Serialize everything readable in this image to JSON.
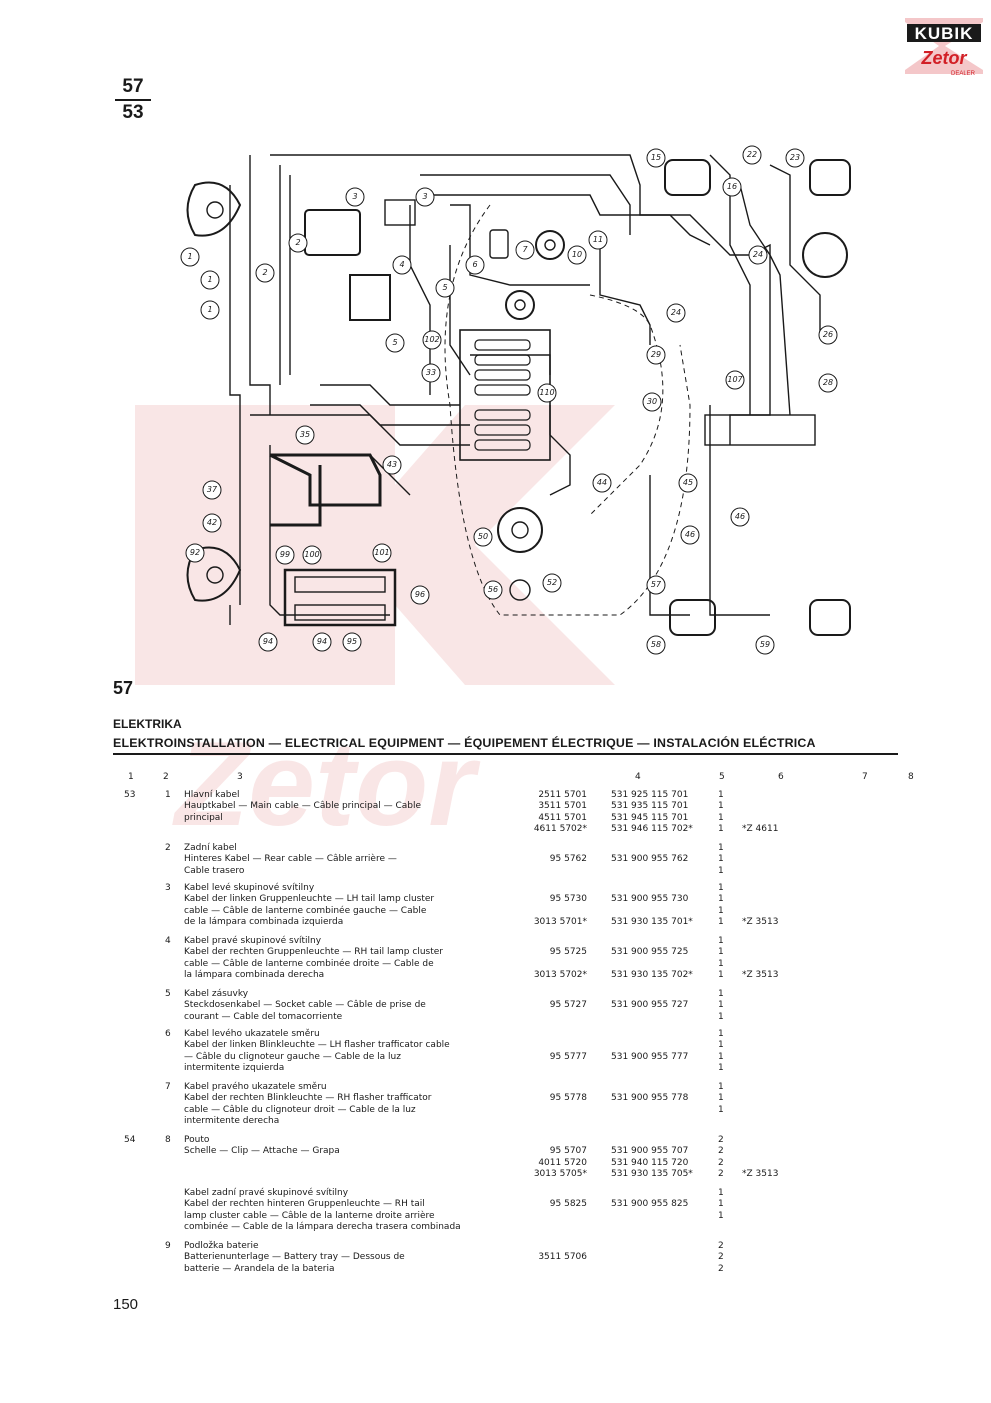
{
  "logo": {
    "brand": "KUBIK",
    "sub": "Zetor",
    "tag": "DEALER"
  },
  "figure_ref": {
    "top": "57",
    "bottom": "53"
  },
  "diagram_labels": [
    "1",
    "1",
    "1",
    "2",
    "2",
    "3",
    "3",
    "4",
    "5",
    "5",
    "6",
    "7",
    "10",
    "11",
    "15",
    "16",
    "22",
    "23",
    "24",
    "24",
    "26",
    "28",
    "29",
    "30",
    "33",
    "35",
    "37",
    "42",
    "43",
    "44",
    "45",
    "46",
    "46",
    "50",
    "52",
    "56",
    "57",
    "58",
    "59",
    "92",
    "94",
    "94",
    "95",
    "96",
    "99",
    "100",
    "101",
    "102",
    "107",
    "110"
  ],
  "section": {
    "number": "57",
    "title": "ELEKTRIKA",
    "subtitle": "ELEKTROINSTALLATION — ELECTRICAL EQUIPMENT — ÉQUIPEMENT ÉLECTRIQUE — INSTALACIÓN ELÉCTRICA"
  },
  "columns": [
    "1",
    "2",
    "3",
    "4",
    "5",
    "6",
    "7",
    "8"
  ],
  "rows": [
    {
      "c1": "53",
      "c2": "1",
      "desc": [
        "Hlavní kabel",
        "Hauptkabel — Main cable — Câble principal — Cable",
        "principal"
      ],
      "codes": [
        "2511 5701",
        "3511 5701",
        "4511 5701",
        "4611 5702*"
      ],
      "parts": [
        "531 925 115 701",
        "531 935 115 701",
        "531 945 115 701",
        "531 946 115 702*"
      ],
      "qty": [
        "1",
        "1",
        "1",
        "1"
      ],
      "note": [
        "",
        "",
        "",
        "*Z 4611"
      ]
    },
    {
      "c1": "",
      "c2": "2",
      "desc": [
        "Zadní kabel",
        "Hinteres Kabel — Rear cable — Câble arrière —",
        "Cable trasero"
      ],
      "codes": [
        "",
        "95 5762",
        ""
      ],
      "parts": [
        "",
        "531 900 955 762",
        ""
      ],
      "qty": [
        "1",
        "1",
        "1"
      ],
      "note": [
        "",
        "",
        ""
      ]
    },
    {
      "c1": "",
      "c2": "3",
      "desc": [
        "Kabel levé skupinové svítilny",
        "Kabel der linken Gruppenleuchte — LH tail lamp cluster",
        "cable — Câble de lanterne combinée gauche — Cable",
        "de la lámpara combinada izquierda"
      ],
      "codes": [
        "",
        "95 5730",
        "",
        "3013 5701*"
      ],
      "parts": [
        "",
        "531 900 955 730",
        "",
        "531 930 135 701*"
      ],
      "qty": [
        "1",
        "1",
        "1",
        "1"
      ],
      "note": [
        "",
        "",
        "",
        "*Z 3513"
      ]
    },
    {
      "c1": "",
      "c2": "4",
      "desc": [
        "Kabel pravé skupinové svítilny",
        "Kabel der rechten Gruppenleuchte — RH tail lamp cluster",
        "cable — Câble de lanterne combinée droite — Cable de",
        "la lámpara combinada derecha"
      ],
      "codes": [
        "",
        "95 5725",
        "",
        "3013 5702*"
      ],
      "parts": [
        "",
        "531 900 955 725",
        "",
        "531 930 135 702*"
      ],
      "qty": [
        "1",
        "1",
        "1",
        "1"
      ],
      "note": [
        "",
        "",
        "",
        "*Z 3513"
      ]
    },
    {
      "c1": "",
      "c2": "5",
      "desc": [
        "Kabel zásuvky",
        "Steckdosenkabel — Socket cable — Câble de prise de",
        "courant — Cable del tomacorriente"
      ],
      "codes": [
        "",
        "95 5727",
        ""
      ],
      "parts": [
        "",
        "531 900 955 727",
        ""
      ],
      "qty": [
        "1",
        "1",
        "1"
      ],
      "note": [
        "",
        "",
        ""
      ]
    },
    {
      "c1": "",
      "c2": "6",
      "desc": [
        "Kabel levého ukazatele směru",
        "Kabel der linken Blinkleuchte — LH flasher trafficator cable",
        "— Câble du clignoteur gauche — Cable de la luz",
        "intermitente izquierda"
      ],
      "codes": [
        "",
        "",
        "95 5777",
        ""
      ],
      "parts": [
        "",
        "",
        "531 900 955 777",
        ""
      ],
      "qty": [
        "1",
        "1",
        "1",
        "1"
      ],
      "note": [
        "",
        "",
        "",
        ""
      ]
    },
    {
      "c1": "",
      "c2": "7",
      "desc": [
        "Kabel pravého ukazatele směru",
        "Kabel der rechten Blinkleuchte — RH flasher trafficator",
        "cable — Câble du clignoteur droit — Cable de la luz",
        "intermitente derecha"
      ],
      "codes": [
        "",
        "95 5778",
        "",
        ""
      ],
      "parts": [
        "",
        "531 900 955 778",
        "",
        ""
      ],
      "qty": [
        "1",
        "1",
        "1",
        ""
      ],
      "note": [
        "",
        "",
        "",
        ""
      ]
    },
    {
      "c1": "54",
      "c2": "8",
      "desc": [
        "Pouto",
        "Schelle — Clip — Attache — Grapa"
      ],
      "codes": [
        "",
        "95 5707",
        "4011 5720",
        "3013 5705*"
      ],
      "parts": [
        "",
        "531 900 955 707",
        "531 940 115 720",
        "531 930 135 705*"
      ],
      "qty": [
        "2",
        "2",
        "2",
        "2"
      ],
      "note": [
        "",
        "",
        "",
        "*Z 3513"
      ]
    },
    {
      "c1": "",
      "c2": "",
      "desc": [
        "Kabel zadní pravé skupinové svítilny",
        "Kabel der rechten hinteren Gruppenleuchte — RH tail",
        "lamp cluster cable — Câble de la lanterne droite arrière",
        "combinée — Cable de la lámpara derecha trasera combinada"
      ],
      "codes": [
        "",
        "95 5825",
        "",
        ""
      ],
      "parts": [
        "",
        "531 900 955 825",
        "",
        ""
      ],
      "qty": [
        "1",
        "1",
        "1",
        ""
      ],
      "note": [
        "",
        "",
        "",
        ""
      ]
    },
    {
      "c1": "",
      "c2": "9",
      "desc": [
        "Podložka baterie",
        "Batterienunterlage — Battery tray — Dessous de",
        "batterie — Arandela de la bateria"
      ],
      "codes": [
        "",
        "3511 5706",
        ""
      ],
      "parts": [
        "",
        "",
        "",
        ""
      ],
      "qty": [
        "2",
        "2",
        "2"
      ],
      "note": [
        "",
        "",
        ""
      ]
    }
  ],
  "page_number": "150"
}
